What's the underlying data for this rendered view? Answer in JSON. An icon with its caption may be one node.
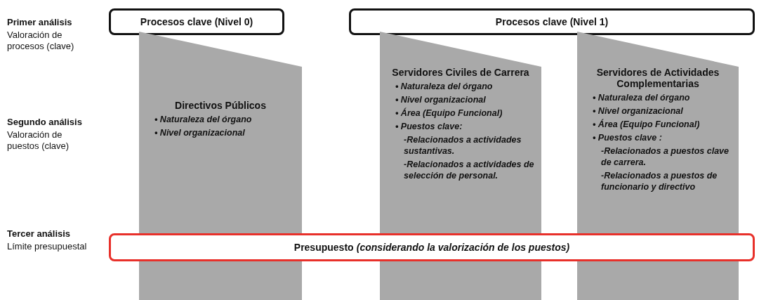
{
  "diagram": {
    "nodes": [
      {
        "text": [
          "Procesos clave (Nivel 0)"
        ]
      },
      {
        "text": [
          "Procesos clave (Nivel 1)"
        ]
      },
      {
        "text": [
          "Directivos Públicos",
          "• Naturaleza del órgano",
          "• Nivel organizacional"
        ]
      },
      {
        "text": [
          "Servidores Civiles de Carrera",
          "• Naturaleza del órgano",
          "• Nivel organizacional",
          "• Área (Equipo Funcional)",
          "• Puestos clave:",
          "-Relacionados a actividades sustantivas.",
          "-Relacionados a actividades de selección de personal."
        ]
      },
      {
        "text": [
          "Servidores de Actividades Complementarias",
          "• Naturaleza del órgano",
          "• Nivel organizacional",
          "• Área (Equipo Funcional)",
          "• Puestos clave :",
          "-Relacionados a puestos clave de carrera.",
          "-Relacionados a puestos de funcionario y directivo"
        ]
      },
      {
        "text": [
          "Presupuesto",
          "(considerando la valorización de los puestos)"
        ]
      }
    ],
    "edges": [],
    "labels": [
      "Primer análisis",
      "Valoración de procesos (clave)",
      "Segundo análisis",
      "Valoración de puestos (clave)",
      "Tercer análisis",
      "Límite presupuestal"
    ]
  }
}
